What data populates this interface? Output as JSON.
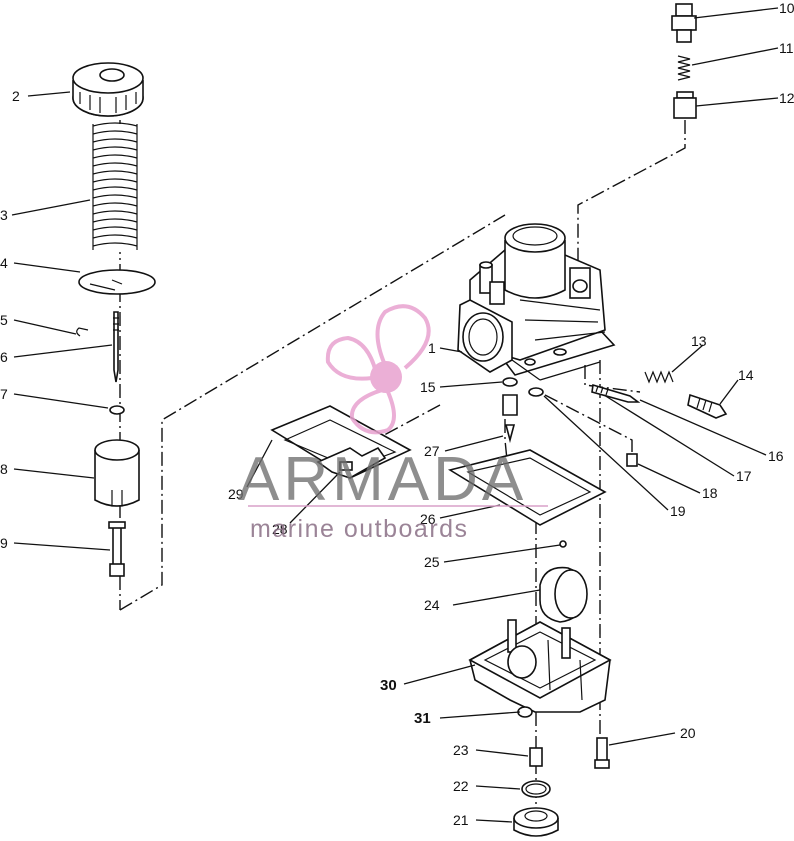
{
  "callouts": {
    "c1": "1",
    "c2": "2",
    "c3": "3",
    "c4": "4",
    "c5": "5",
    "c6": "6",
    "c7": "7",
    "c8": "8",
    "c9": "9",
    "c10": "10",
    "c11": "11",
    "c12": "12",
    "c13": "13",
    "c14": "14",
    "c15": "15",
    "c16": "16",
    "c17": "17",
    "c18": "18",
    "c19": "19",
    "c20": "20",
    "c21": "21",
    "c22": "22",
    "c23": "23",
    "c24": "24",
    "c25": "25",
    "c26": "26",
    "c27": "27",
    "c28": "28",
    "c29": "29",
    "c30": "30",
    "c31": "31"
  },
  "watermark": {
    "brand": "ARMADA",
    "tagline": "marine outboards",
    "logo_color": "#e8a2cf",
    "text_color": "#6f6f6f",
    "line_color": "#d9a0c8"
  }
}
